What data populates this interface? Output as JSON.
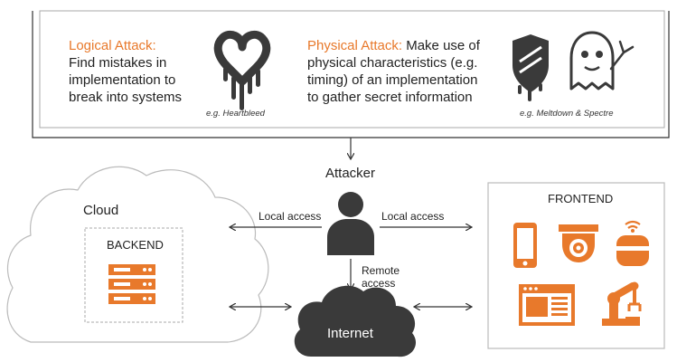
{
  "logical_attack": {
    "title": "Logical Attack:",
    "lines": [
      "Find mistakes in",
      "implementation to",
      "break into systems"
    ],
    "example": "e.g. Heartbleed"
  },
  "physical_attack": {
    "title": "Physical Attack:",
    "first_line_rest": "Make use of",
    "lines": [
      "physical characteristics (e.g.",
      "timing) of an implementation",
      "to gather secret information"
    ],
    "example": "e.g. Meltdown & Spectre"
  },
  "attacker": {
    "label": "Attacker"
  },
  "access": {
    "local_left": "Local access",
    "local_right": "Local access",
    "remote_line1": "Remote",
    "remote_line2": "access"
  },
  "cloud": {
    "label": "Cloud",
    "backend_label": "BACKEND"
  },
  "internet": {
    "label": "Internet"
  },
  "frontend": {
    "label": "FRONTEND"
  },
  "colors": {
    "accent": "#e8792b",
    "dark": "#3a3a3a",
    "line": "#333333",
    "box": "#bbbbbb"
  },
  "icons": [
    "heartbleed-icon",
    "meltdown-shield-icon",
    "spectre-ghost-icon",
    "attacker-person-icon",
    "server-rack-icon",
    "smartphone-icon",
    "security-camera-icon",
    "smart-speaker-icon",
    "browser-window-icon",
    "robot-arm-icon"
  ]
}
